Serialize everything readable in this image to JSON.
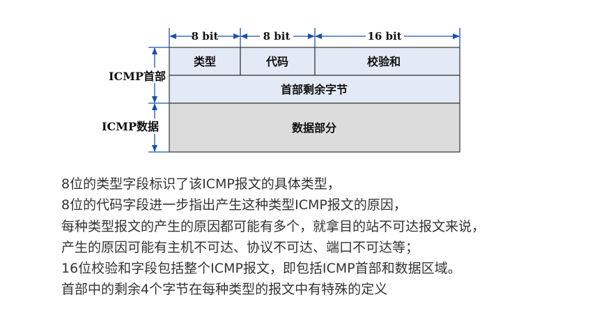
{
  "diagram": {
    "widths": [
      "8 bit",
      "8 bit",
      "16 bit"
    ],
    "header_label": "ICMP首部",
    "data_label": "ICMP数据",
    "fields": [
      "类型",
      "代码",
      "校验和"
    ],
    "remaining": "首部剩余字节",
    "data_part": "数据部分",
    "colors": {
      "header_fill": "#e3e9f5",
      "data_fill": "#dcdcdc",
      "arrow": "#1f4fa8",
      "border": "#333333"
    }
  },
  "description": [
    "8位的类型字段标识了该ICMP报文的具体类型，",
    "8位的代码字段进一步指出产生这种类型ICMP报文的原因，",
    "每种类型报文的产生的原因都可能有多个，就拿目的站不可达报文来说，",
    "产生的原因可能有主机不可达、协议不可达、端口不可达等；",
    "16位校验和字段包括整个ICMP报文，即包括ICMP首部和数据区域。",
    "首部中的剩余4个字节在每种类型的报文中有特殊的定义"
  ]
}
